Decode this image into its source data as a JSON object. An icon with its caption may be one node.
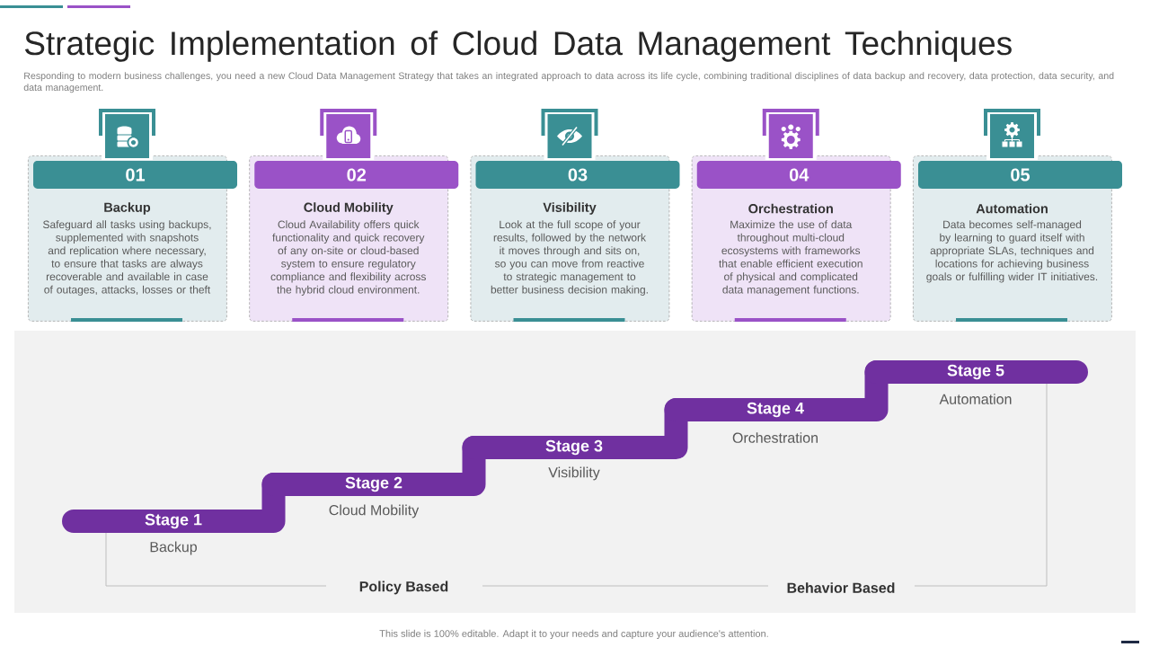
{
  "diagram": {
    "title": "Strategic Implementation of Cloud Data Management Techniques",
    "nodes": [
      {
        "text": [
          "01",
          "Backup",
          "Safeguard all tasks using backups, supplemented with snapshots and replication where necessary, to ensure that tasks are always recoverable and available in case of outages, attacks, losses or theft"
        ]
      },
      {
        "text": [
          "02",
          "Cloud Mobility",
          "Cloud Availability offers quick functionality and quick recovery of any on-site or cloud-based system to ensure regulatory compliance and flexibility across the hybrid cloud environment."
        ]
      },
      {
        "text": [
          "03",
          "Visibility",
          "Look at the full scope of your results, followed by the network it moves through and sits on, so you can move from reactive to strategic management to better business decision making."
        ]
      },
      {
        "text": [
          "04",
          "Orchestration",
          "Maximize the use of data throughout multi-cloud ecosystems with frameworks that enable efficient execution of physical and complicated data management functions."
        ]
      },
      {
        "text": [
          "05",
          "Automation",
          "Data becomes self-managed by learning to guard itself with appropriate SLAs, techniques and locations for achieving business goals or fulfilling wider IT initiatives."
        ]
      },
      {
        "text": [
          "Stage 1"
        ],
        "beside": [
          "Backup"
        ]
      },
      {
        "text": [
          "Stage 2"
        ],
        "beside": [
          "Cloud Mobility"
        ]
      },
      {
        "text": [
          "Stage 3"
        ],
        "beside": [
          "Visibility"
        ]
      },
      {
        "text": [
          "Stage 4"
        ],
        "beside": [
          "Orchestration"
        ]
      },
      {
        "text": [
          "Stage 5"
        ],
        "beside": [
          "Automation"
        ]
      }
    ],
    "labels": [
      "Responding to modern business challenges, you need a new Cloud Data Management Strategy that takes an integrated approach to data across its life cycle, combining traditional disciplines of data backup and recovery, data protection, data security, and data management.",
      "Policy Based",
      "Behavior Based",
      "This slide is 100% editable. Adapt it to your needs and capture your audience's attention."
    ]
  }
}
